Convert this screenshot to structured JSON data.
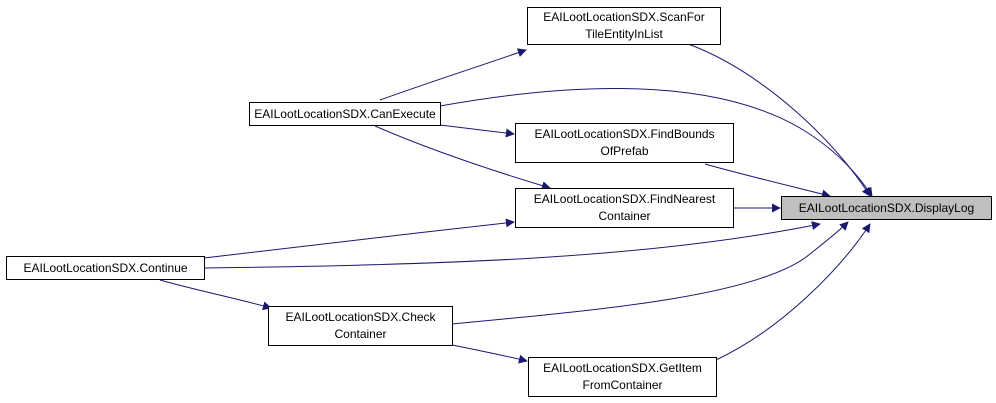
{
  "graph": {
    "nodes": {
      "display_log": {
        "lines": [
          "EAILootLocationSDX.DisplayLog"
        ],
        "highlighted": true
      },
      "scan_for_tile": {
        "lines": [
          "EAILootLocationSDX.ScanFor",
          "TileEntityInList"
        ]
      },
      "can_execute": {
        "lines": [
          "EAILootLocationSDX.CanExecute"
        ]
      },
      "find_bounds": {
        "lines": [
          "EAILootLocationSDX.FindBounds",
          "OfPrefab"
        ]
      },
      "find_nearest": {
        "lines": [
          "EAILootLocationSDX.FindNearest",
          "Container"
        ]
      },
      "continue": {
        "lines": [
          "EAILootLocationSDX.Continue"
        ]
      },
      "check_container": {
        "lines": [
          "EAILootLocationSDX.Check",
          "Container"
        ]
      },
      "get_item": {
        "lines": [
          "EAILootLocationSDX.GetItem",
          "FromContainer"
        ]
      }
    },
    "edges": [
      {
        "from": "scan_for_tile",
        "to": "display_log"
      },
      {
        "from": "can_execute",
        "to": "scan_for_tile"
      },
      {
        "from": "can_execute",
        "to": "display_log"
      },
      {
        "from": "can_execute",
        "to": "find_bounds"
      },
      {
        "from": "can_execute",
        "to": "find_nearest"
      },
      {
        "from": "find_bounds",
        "to": "display_log"
      },
      {
        "from": "find_nearest",
        "to": "display_log"
      },
      {
        "from": "continue",
        "to": "find_nearest"
      },
      {
        "from": "continue",
        "to": "display_log"
      },
      {
        "from": "continue",
        "to": "check_container"
      },
      {
        "from": "check_container",
        "to": "display_log"
      },
      {
        "from": "check_container",
        "to": "get_item"
      },
      {
        "from": "get_item",
        "to": "display_log"
      }
    ],
    "colors": {
      "edge": "#191970",
      "highlight_fill": "#bfbfbf",
      "border": "#000000"
    }
  }
}
